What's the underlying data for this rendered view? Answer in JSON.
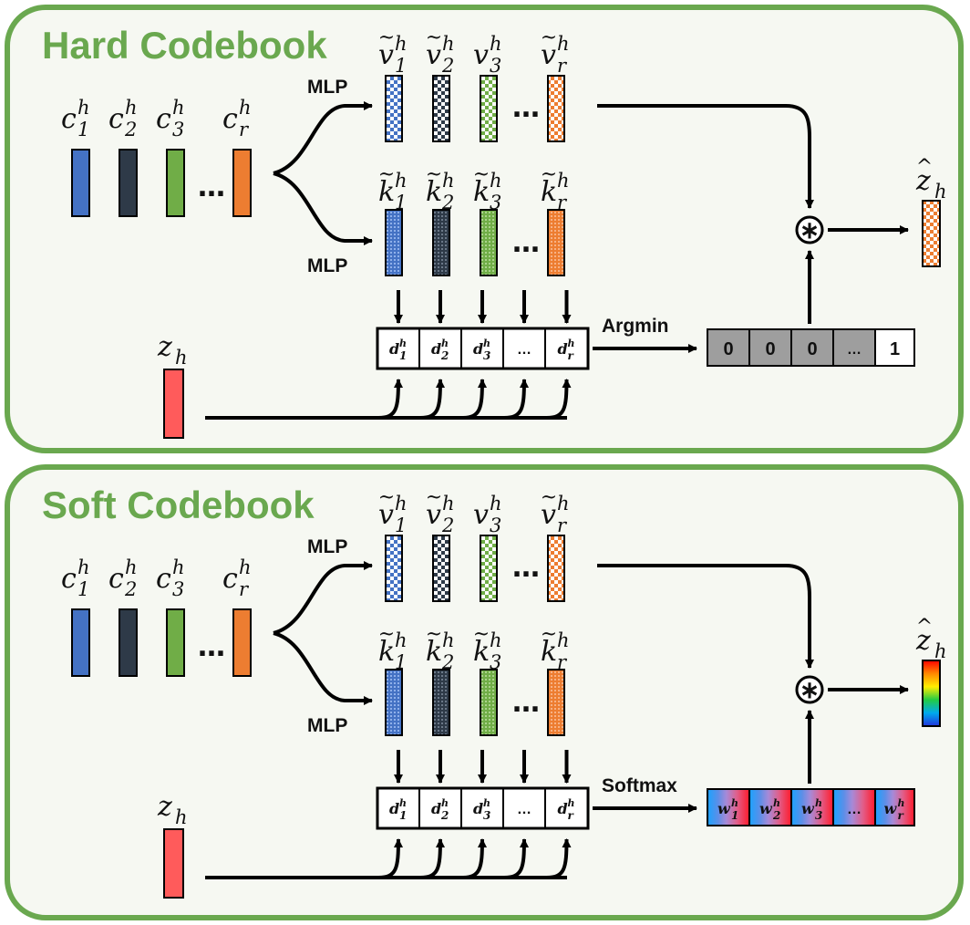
{
  "colors": {
    "panel_border": "#6aa84f",
    "panel_fill": "#f6f8f2",
    "title": "#6aa84f",
    "code_blue": "#4472c4",
    "code_dark": "#2e3a48",
    "code_green": "#70ad47",
    "code_orange": "#ed7d31",
    "z_red": "#ff5b5b",
    "onehot_gray": "#9e9e9e"
  },
  "panels": [
    {
      "title": "Hard Codebook",
      "codes": {
        "symbols": [
          "c",
          "c",
          "c",
          "c"
        ],
        "subscripts": [
          "1",
          "2",
          "3",
          "r"
        ],
        "superscript": "h"
      },
      "mlp_top": "MLP",
      "mlp_bottom": "MLP",
      "values": {
        "symbols": [
          "v",
          "v",
          "v",
          "v"
        ],
        "tildes": [
          "~",
          "~",
          "",
          "~"
        ],
        "subscripts": [
          "1",
          "2",
          "3",
          "r"
        ],
        "superscript": "h"
      },
      "keys": {
        "symbols": [
          "k",
          "k",
          "k",
          "k"
        ],
        "tildes": [
          "~",
          "~",
          "~",
          "~"
        ],
        "subscripts": [
          "1",
          "2",
          "3",
          "r"
        ],
        "superscript": "h"
      },
      "ellipsis": "…",
      "z_label": {
        "symbol": "z",
        "subscript": "h"
      },
      "distances": [
        {
          "symbol": "d",
          "superscript": "h",
          "subscript": "1"
        },
        {
          "symbol": "d",
          "superscript": "h",
          "subscript": "2"
        },
        {
          "symbol": "d",
          "superscript": "h",
          "subscript": "3"
        },
        {
          "symbol": "…",
          "superscript": "",
          "subscript": ""
        },
        {
          "symbol": "d",
          "superscript": "h",
          "subscript": "r"
        }
      ],
      "operation": "Argmin",
      "weights": [
        {
          "text": "0",
          "superscript": "",
          "subscript": ""
        },
        {
          "text": "0",
          "superscript": "",
          "subscript": ""
        },
        {
          "text": "0",
          "superscript": "",
          "subscript": ""
        },
        {
          "text": "…",
          "superscript": "",
          "subscript": ""
        },
        {
          "text": "1",
          "superscript": "",
          "subscript": ""
        }
      ],
      "combine_symbol": "⊛",
      "output": {
        "symbol": "z",
        "hat": "^",
        "subscript": "h",
        "style": "checker"
      }
    },
    {
      "title": "Soft Codebook",
      "codes": {
        "symbols": [
          "c",
          "c",
          "c",
          "c"
        ],
        "subscripts": [
          "1",
          "2",
          "3",
          "r"
        ],
        "superscript": "h"
      },
      "mlp_top": "MLP",
      "mlp_bottom": "MLP",
      "values": {
        "symbols": [
          "v",
          "v",
          "v",
          "v"
        ],
        "tildes": [
          "~",
          "~",
          "",
          "~"
        ],
        "subscripts": [
          "1",
          "2",
          "3",
          "r"
        ],
        "superscript": "h"
      },
      "keys": {
        "symbols": [
          "k",
          "k",
          "k",
          "k"
        ],
        "tildes": [
          "~",
          "~",
          "~",
          "~"
        ],
        "subscripts": [
          "1",
          "2",
          "3",
          "r"
        ],
        "superscript": "h"
      },
      "ellipsis": "…",
      "z_label": {
        "symbol": "z",
        "subscript": "h"
      },
      "distances": [
        {
          "symbol": "d",
          "superscript": "h",
          "subscript": "1"
        },
        {
          "symbol": "d",
          "superscript": "h",
          "subscript": "2"
        },
        {
          "symbol": "d",
          "superscript": "h",
          "subscript": "3"
        },
        {
          "symbol": "…",
          "superscript": "",
          "subscript": ""
        },
        {
          "symbol": "d",
          "superscript": "h",
          "subscript": "r"
        }
      ],
      "operation": "Softmax",
      "weights": [
        {
          "text": "w",
          "superscript": "h",
          "subscript": "1"
        },
        {
          "text": "w",
          "superscript": "h",
          "subscript": "2"
        },
        {
          "text": "w",
          "superscript": "h",
          "subscript": "3"
        },
        {
          "text": "…",
          "superscript": "",
          "subscript": ""
        },
        {
          "text": "w",
          "superscript": "h",
          "subscript": "r"
        }
      ],
      "combine_symbol": "⊛",
      "output": {
        "symbol": "z",
        "hat": "^",
        "subscript": "h",
        "style": "rainbow"
      }
    }
  ]
}
